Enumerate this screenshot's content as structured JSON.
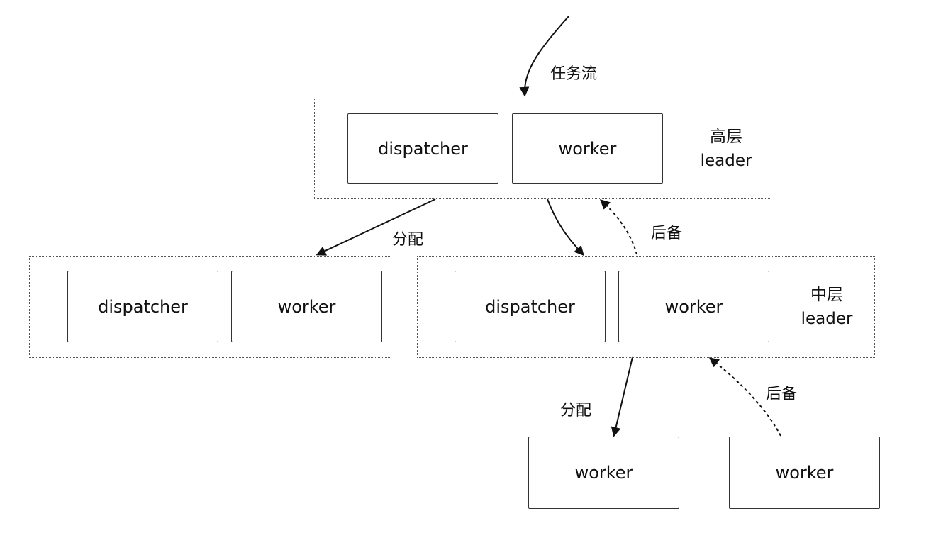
{
  "top_group": {
    "dispatcher_label": "dispatcher",
    "worker_label": "worker",
    "tier_line1": "高层",
    "tier_line2": "leader"
  },
  "left_group": {
    "dispatcher_label": "dispatcher",
    "worker_label": "worker"
  },
  "mid_group": {
    "dispatcher_label": "dispatcher",
    "worker_label": "worker",
    "tier_line1": "中层",
    "tier_line2": "leader"
  },
  "bottom_workers": {
    "left_label": "worker",
    "right_label": "worker"
  },
  "edges": {
    "task_flow": "任务流",
    "assign_top": "分配",
    "backup_top": "后备",
    "assign_bottom": "分配",
    "backup_bottom": "后备"
  }
}
